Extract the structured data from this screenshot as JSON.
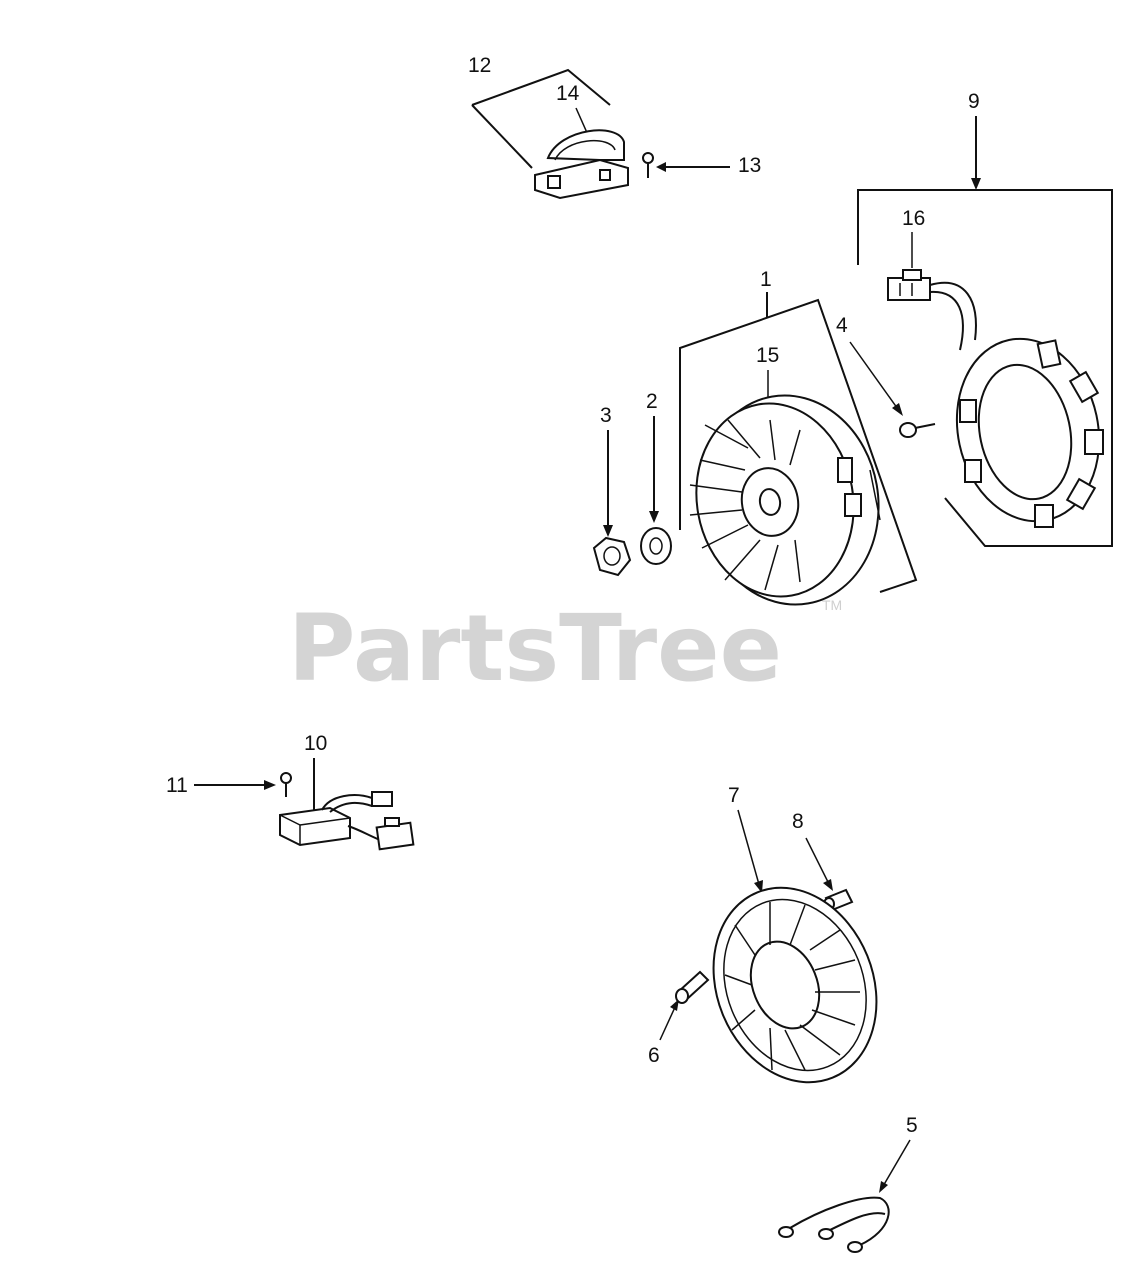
{
  "watermark": {
    "text": "PartsTree",
    "trademark": "TM"
  },
  "callouts": {
    "c1": "1",
    "c2": "2",
    "c3": "3",
    "c4": "4",
    "c5": "5",
    "c6": "6",
    "c7": "7",
    "c8": "8",
    "c9": "9",
    "c10": "10",
    "c11": "11",
    "c12": "12",
    "c13": "13",
    "c14": "14",
    "c15": "15",
    "c16": "16"
  },
  "icons": {
    "flywheel": "flywheel-icon",
    "stator": "stator-icon",
    "nut": "nut-icon",
    "washer": "washer-icon",
    "screw": "screw-icon",
    "regulator": "regulator-module-icon",
    "brush_holder": "brush-holder-icon",
    "fan_screen": "fan-screen-icon",
    "wire_harness": "wire-harness-icon"
  }
}
